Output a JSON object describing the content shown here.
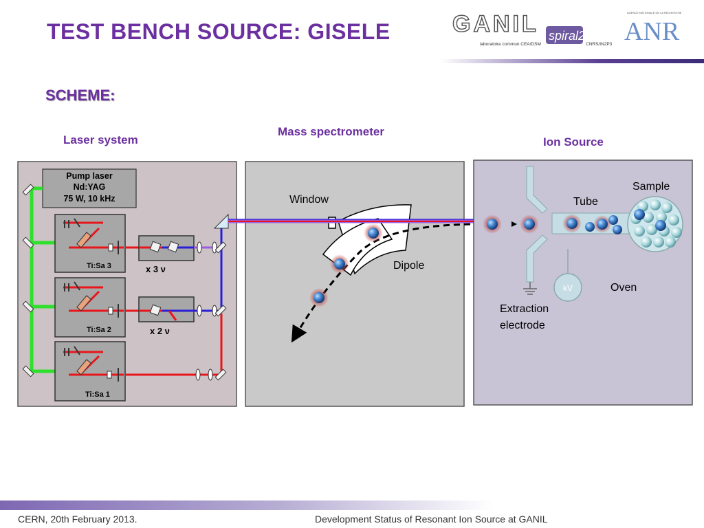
{
  "header": {
    "title": "TEST BENCH SOURCE: GISELE",
    "subtitle": "SCHEME:",
    "logo_ganil": "GANIL",
    "logo_spiral": "spiral2",
    "logo_ganil_caption_left": "laboratoire commun CEA/DSM",
    "logo_ganil_caption_right": "CNRS/IN2P3",
    "logo_anr": "ANR",
    "logo_anr_caption": "AGENCE NATIONALE DE LA RECHERCHE"
  },
  "sections": {
    "laser": "Laser system",
    "mass": "Mass spectrometer",
    "ion": "Ion Source"
  },
  "laser_system": {
    "pump_line1": "Pump laser",
    "pump_line2": "Nd:YAG",
    "pump_line3": "75 W, 10 kHz",
    "tisa3": "Ti:Sa 3",
    "tisa2": "Ti:Sa 2",
    "tisa1": "Ti:Sa 1",
    "x3": "x 3 ν",
    "x2": "x 2 ν"
  },
  "mass_spectrometer": {
    "window": "Window",
    "dipole": "Dipole"
  },
  "ion_source": {
    "sample": "Sample",
    "tube": "Tube",
    "oven": "Oven",
    "kv": "kV",
    "extraction_line1": "Extraction",
    "extraction_line2": "electrode"
  },
  "footer": {
    "left": "CERN, 20th February 2013.",
    "right": "Development Status of Resonant Ion Source at GANIL"
  },
  "colors": {
    "accent": "#6b2fa0",
    "laser_red": "#e8151b",
    "laser_green": "#2ee02b",
    "laser_blue": "#2a1fd6",
    "laser_violet": "#9b5ce0",
    "panel_laser": "#cdc3c7",
    "panel_mass": "#c9c9c9",
    "panel_ion": "#c8c4d6"
  }
}
